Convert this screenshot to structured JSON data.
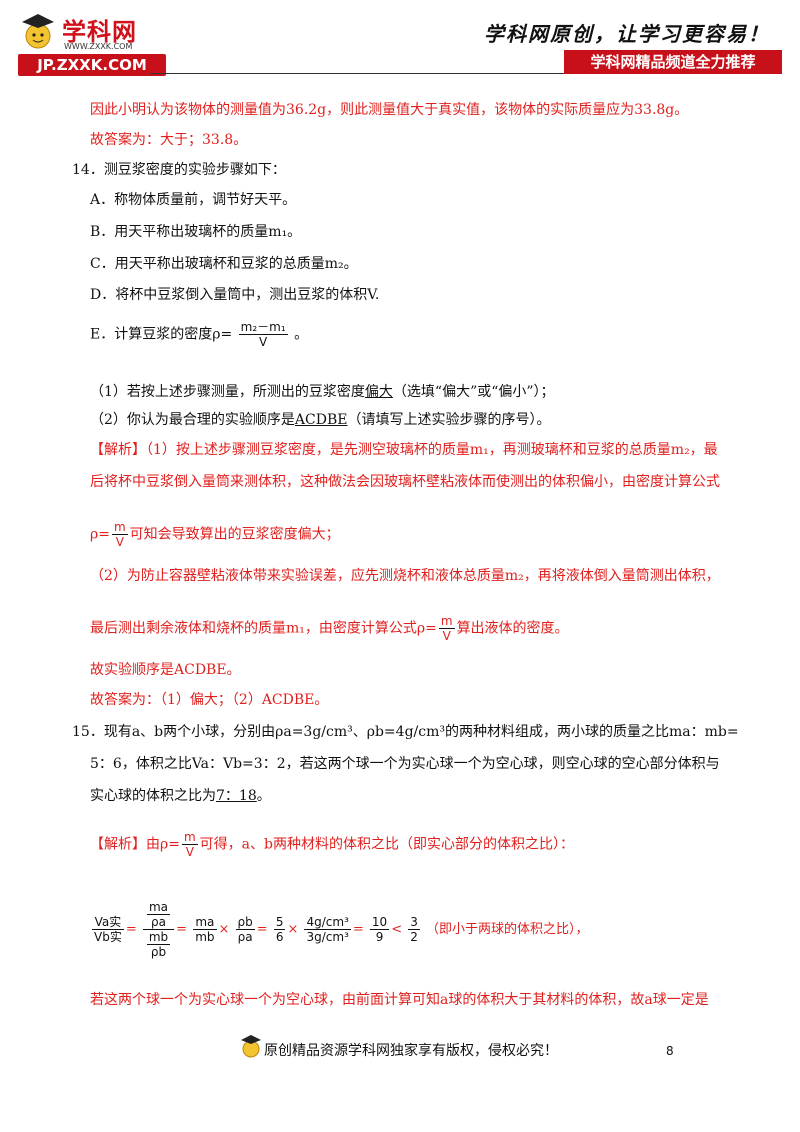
{
  "header": {
    "logo_title": "学科网",
    "logo_sub": "WWW.ZXXK.COM",
    "logo_bar": "JP.ZXXK.COM",
    "slogan": "学科网原创，让学习更容易！",
    "channel": "学科网精品频道全力推荐"
  },
  "lines": {
    "l1": "因此小明认为该物体的测量值为36.2g，则此测量值大于真实值，该物体的实际质量应为33.8g。",
    "l2": "故答案为：大于；33.8。",
    "q14": "14．测豆浆密度的实验步骤如下：",
    "a": "A．称物体质量前，调节好天平。",
    "b": "B．用天平称出玻璃杯的质量m₁。",
    "c": "C．用天平称出玻璃杯和豆浆的总质量m₂。",
    "d": "D．将杯中豆浆倒入量筒中，测出豆浆的体积V.",
    "e_pre": "E．计算豆浆的密度ρ=",
    "e_num": "m₂－m₁",
    "e_den": "V",
    "e_post": "。",
    "q14_1_pre": "（1）若按上述步骤测量，所测出的豆浆密度",
    "q14_1_ans": "偏大",
    "q14_1_post": "（选填“偏大”或“偏小”）；",
    "q14_2_pre": "（2）你认为最合理的实验顺序是",
    "q14_2_ans": "ACDBE",
    "q14_2_post": "（请填写上述实验步骤的序号）。",
    "jx1": "【解析】（1）按上述步骤测豆浆密度，是先测空玻璃杯的质量m₁，再测玻璃杯和豆浆的总质量m₂，最",
    "jx2": "后将杯中豆浆倒入量筒来测体积，这种做法会因玻璃杯壁粘液体而使测出的体积偏小，由密度计算公式",
    "jx3_pre": "ρ=",
    "jx3_post": "可知会导致算出的豆浆密度偏大；",
    "jx4": "（2）为防止容器壁粘液体带来实验误差，应先测烧杯和液体总质量m₂，再将液体倒入量筒测出体积，",
    "jx5_pre": "最后测出剩余液体和烧杯的质量m₁，由密度计算公式ρ=",
    "jx5_post": "算出液体的密度。",
    "jx6": "故实验顺序是ACDBE。",
    "jx7": "故答案为：（1）偏大；（2）ACDBE。",
    "q15_1": "15．现有a、b两个小球，分别由ρa=3g/cm³、ρb=4g/cm³的两种材料组成，两小球的质量之比ma：mb=",
    "q15_2": "5：6，体积之比Va：Vb=3：2，若这两个球一个为实心球一个为空心球，则空心球的空心部分体积与",
    "q15_3_pre": "实心球的体积之比为",
    "q15_3_ans": "7：18",
    "q15_3_post": "。",
    "jx15_pre": "【解析】由ρ=",
    "jx15_post": "可得，a、b两种材料的体积之比（即实心部分的体积之比）：",
    "frac_m": "m",
    "frac_v": "V",
    "eq_va": "Va实",
    "eq_vb": "Vb实",
    "eq_ma": "ma",
    "eq_mb": "mb",
    "eq_rhoa": "ρa",
    "eq_rhob": "ρb",
    "eq_5": "5",
    "eq_6": "6",
    "eq_4g": "4g/cm³",
    "eq_3g": "3g/cm³",
    "eq_10": "10",
    "eq_9": "9",
    "eq_3": "3",
    "eq_2": "2",
    "eq_note": "（即小于两球的体积之比），",
    "last": "若这两个球一个为实心球一个为空心球，由前面计算可知a球的体积大于其材料的体积，故a球一定是"
  },
  "footer": {
    "text": "原创精品资源学科网独家享有版权，侵权必究！",
    "page": "8"
  }
}
